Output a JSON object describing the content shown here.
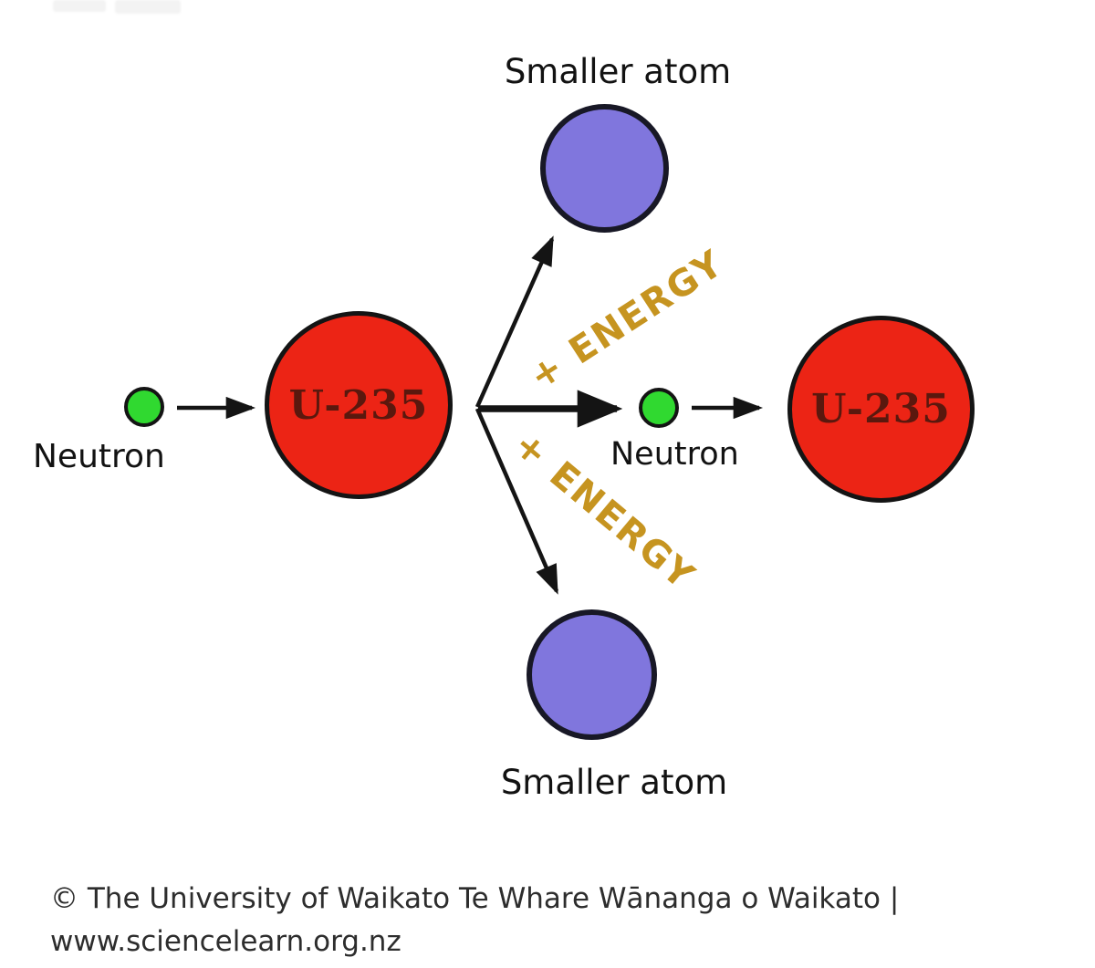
{
  "diagram": {
    "labels": {
      "smaller_atom": "Smaller atom",
      "neutron": "Neutron",
      "uranium": "U-235",
      "energy": "+ ENERGY"
    },
    "colors": {
      "neutron_fill_green": "#30d930",
      "uranium_fill_red": "#ec2415",
      "uranium_text_maroon": "#5a180e",
      "smaller_atom_fill_purple": "#8076dd",
      "energy_text_gold": "#c69420",
      "line_stroke_black": "#141414"
    }
  },
  "footer": {
    "line1": "© The University of Waikato Te Whare Wānanga o Waikato |",
    "line2": "www.sciencelearn.org.nz"
  }
}
